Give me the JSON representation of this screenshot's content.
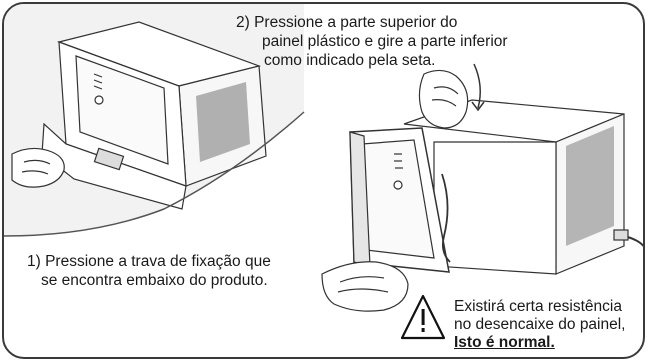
{
  "step2": {
    "line1": "2) Pressione a parte superior do",
    "line2": "painel plástico e gire a parte inferior",
    "line3": "como indicado pela seta."
  },
  "step1": {
    "line1": "1) Pressione a trava de fixação que",
    "line2": "se encontra embaixo do produto."
  },
  "note": {
    "line1": "Existirá certa resistência",
    "line2": "no desencaixe do painel,",
    "line3": "Isto é normal."
  },
  "icons": {
    "warning": "warning-triangle-icon"
  },
  "colors": {
    "border": "#3a3a3a",
    "text": "#1a1a1a",
    "shading": "#d9d9d9"
  }
}
